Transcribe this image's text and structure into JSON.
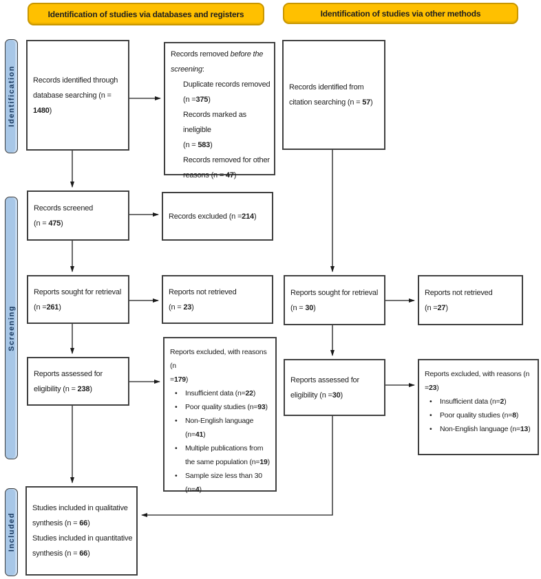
{
  "colors": {
    "header_bg": "#FFC000",
    "header_border": "#C89600",
    "stage_bg": "#A8C7E7",
    "stage_text": "#17375E",
    "box_border": "#3F3F3F",
    "arrow": "#1A1A1A"
  },
  "headers": [
    {
      "label": "Identification of studies via databases and registers"
    },
    {
      "label": "Identification of studies via other methods"
    }
  ],
  "stages": [
    {
      "label": "Identification"
    },
    {
      "label": "Screening"
    },
    {
      "label": "Included"
    }
  ],
  "boxes": {
    "db_identified": {
      "lines": [
        {
          "s": [
            {
              "t": "Records identified through"
            }
          ]
        },
        {
          "s": [
            {
              "t": "database searching (n ="
            }
          ]
        },
        {
          "s": [
            {
              "t": "1480",
              "b": true
            },
            {
              "t": ")"
            }
          ]
        }
      ]
    },
    "records_removed": {
      "lines": [
        {
          "s": [
            {
              "t": "Records removed "
            },
            {
              "t": "before the",
              "i": true
            }
          ]
        },
        {
          "s": [
            {
              "t": "screening",
              "i": true
            },
            {
              "t": ":"
            }
          ]
        },
        {
          "cls": "indent",
          "s": [
            {
              "t": "Duplicate records removed"
            }
          ]
        },
        {
          "cls": "indent",
          "s": [
            {
              "t": " (n ="
            },
            {
              "t": "375",
              "b": true
            },
            {
              "t": ")"
            }
          ]
        },
        {
          "cls": "indent",
          "s": [
            {
              "t": "Records marked as ineligible"
            }
          ]
        },
        {
          "cls": "indent",
          "s": [
            {
              "t": "(n = "
            },
            {
              "t": "583",
              "b": true
            },
            {
              "t": ")"
            }
          ]
        },
        {
          "cls": "indent",
          "s": [
            {
              "t": "Records removed for other"
            }
          ]
        },
        {
          "cls": "indent",
          "s": [
            {
              "t": "reasons (n = "
            },
            {
              "t": "47",
              "b": true
            },
            {
              "t": ")"
            }
          ]
        }
      ]
    },
    "citation_identified": {
      "lines": [
        {
          "s": [
            {
              "t": "Records identified from"
            }
          ]
        },
        {
          "s": [
            {
              "t": "citation searching (n = "
            },
            {
              "t": "57",
              "b": true
            },
            {
              "t": ")"
            }
          ]
        }
      ]
    },
    "records_screened": {
      "lines": [
        {
          "s": [
            {
              "t": "Records screened"
            }
          ]
        },
        {
          "s": [
            {
              "t": "(n = "
            },
            {
              "t": "475",
              "b": true
            },
            {
              "t": ")"
            }
          ]
        }
      ]
    },
    "records_excluded": {
      "lines": [
        {
          "s": [
            {
              "t": "Records excluded (n ="
            },
            {
              "t": "214",
              "b": true
            },
            {
              "t": ")"
            }
          ]
        }
      ]
    },
    "reports_sought_db": {
      "lines": [
        {
          "s": [
            {
              "t": "Reports sought for retrieval"
            }
          ]
        },
        {
          "s": [
            {
              "t": "(n ="
            },
            {
              "t": "261",
              "b": true
            },
            {
              "t": ")"
            }
          ]
        }
      ]
    },
    "reports_not_retrieved_db": {
      "lines": [
        {
          "s": [
            {
              "t": "Reports not retrieved"
            }
          ]
        },
        {
          "s": [
            {
              "t": "(n = "
            },
            {
              "t": "23",
              "b": true
            },
            {
              "t": ")"
            }
          ]
        }
      ]
    },
    "reports_sought_other": {
      "lines": [
        {
          "s": [
            {
              "t": "Reports sought for retrieval"
            }
          ]
        },
        {
          "s": [
            {
              "t": "(n = "
            },
            {
              "t": "30",
              "b": true
            },
            {
              "t": ")"
            }
          ]
        }
      ]
    },
    "reports_not_retrieved_other": {
      "lines": [
        {
          "s": [
            {
              "t": "Reports not retrieved"
            }
          ]
        },
        {
          "s": [
            {
              "t": "(n ="
            },
            {
              "t": "27",
              "b": true
            },
            {
              "t": ")"
            }
          ]
        }
      ]
    },
    "reports_assessed_db": {
      "lines": [
        {
          "s": [
            {
              "t": "Reports assessed for"
            }
          ]
        },
        {
          "s": [
            {
              "t": "eligibility (n = "
            },
            {
              "t": "238",
              "b": true
            },
            {
              "t": ")"
            }
          ]
        }
      ]
    },
    "reports_excluded_db": {
      "lines": [
        {
          "s": [
            {
              "t": "Reports excluded, with reasons (n"
            }
          ]
        },
        {
          "s": [
            {
              "t": "="
            },
            {
              "t": "179",
              "b": true
            },
            {
              "t": ")"
            }
          ]
        },
        {
          "cls": "bullet",
          "s": [
            {
              "t": "Insufficient data (n="
            },
            {
              "t": "22",
              "b": true
            },
            {
              "t": ")"
            }
          ]
        },
        {
          "cls": "bullet",
          "s": [
            {
              "t": "Poor quality studies (n="
            },
            {
              "t": "93",
              "b": true
            },
            {
              "t": ")"
            }
          ]
        },
        {
          "cls": "bullet",
          "s": [
            {
              "t": "Non-English language (n="
            },
            {
              "t": "41",
              "b": true
            },
            {
              "t": ")"
            }
          ]
        },
        {
          "cls": "bullet",
          "s": [
            {
              "t": "Multiple publications from the same population (n="
            },
            {
              "t": "19",
              "b": true
            },
            {
              "t": ")"
            }
          ]
        },
        {
          "cls": "bullet",
          "s": [
            {
              "t": "Sample size less than 30 (n="
            },
            {
              "t": "4",
              "b": true
            },
            {
              "t": ")"
            }
          ]
        }
      ]
    },
    "reports_assessed_other": {
      "lines": [
        {
          "s": [
            {
              "t": "Reports assessed for"
            }
          ]
        },
        {
          "s": [
            {
              "t": "eligibility (n ="
            },
            {
              "t": "30",
              "b": true
            },
            {
              "t": ")"
            }
          ]
        }
      ]
    },
    "reports_excluded_other": {
      "lines": [
        {
          "s": [
            {
              "t": "Reports excluded, with reasons (n"
            }
          ]
        },
        {
          "s": [
            {
              "t": "="
            },
            {
              "t": "23",
              "b": true
            },
            {
              "t": ")"
            }
          ]
        },
        {
          "cls": "bullet",
          "s": [
            {
              "t": "Insufficient data (n="
            },
            {
              "t": "2",
              "b": true
            },
            {
              "t": ")"
            }
          ]
        },
        {
          "cls": "bullet",
          "s": [
            {
              "t": "Poor quality studies (n="
            },
            {
              "t": "8",
              "b": true
            },
            {
              "t": ")"
            }
          ]
        },
        {
          "cls": "bullet",
          "s": [
            {
              "t": "Non-English language (n="
            },
            {
              "t": "13",
              "b": true
            },
            {
              "t": ")"
            }
          ]
        }
      ]
    },
    "studies_included": {
      "lines": [
        {
          "s": [
            {
              "t": "Studies included in qualitative"
            }
          ]
        },
        {
          "s": [
            {
              "t": "synthesis (n = "
            },
            {
              "t": "66",
              "b": true
            },
            {
              "t": ")"
            }
          ]
        },
        {
          "s": [
            {
              "t": "Studies included in quantitative"
            }
          ]
        },
        {
          "s": [
            {
              "t": "synthesis (n = "
            },
            {
              "t": "66",
              "b": true
            },
            {
              "t": ")"
            }
          ]
        }
      ]
    }
  }
}
